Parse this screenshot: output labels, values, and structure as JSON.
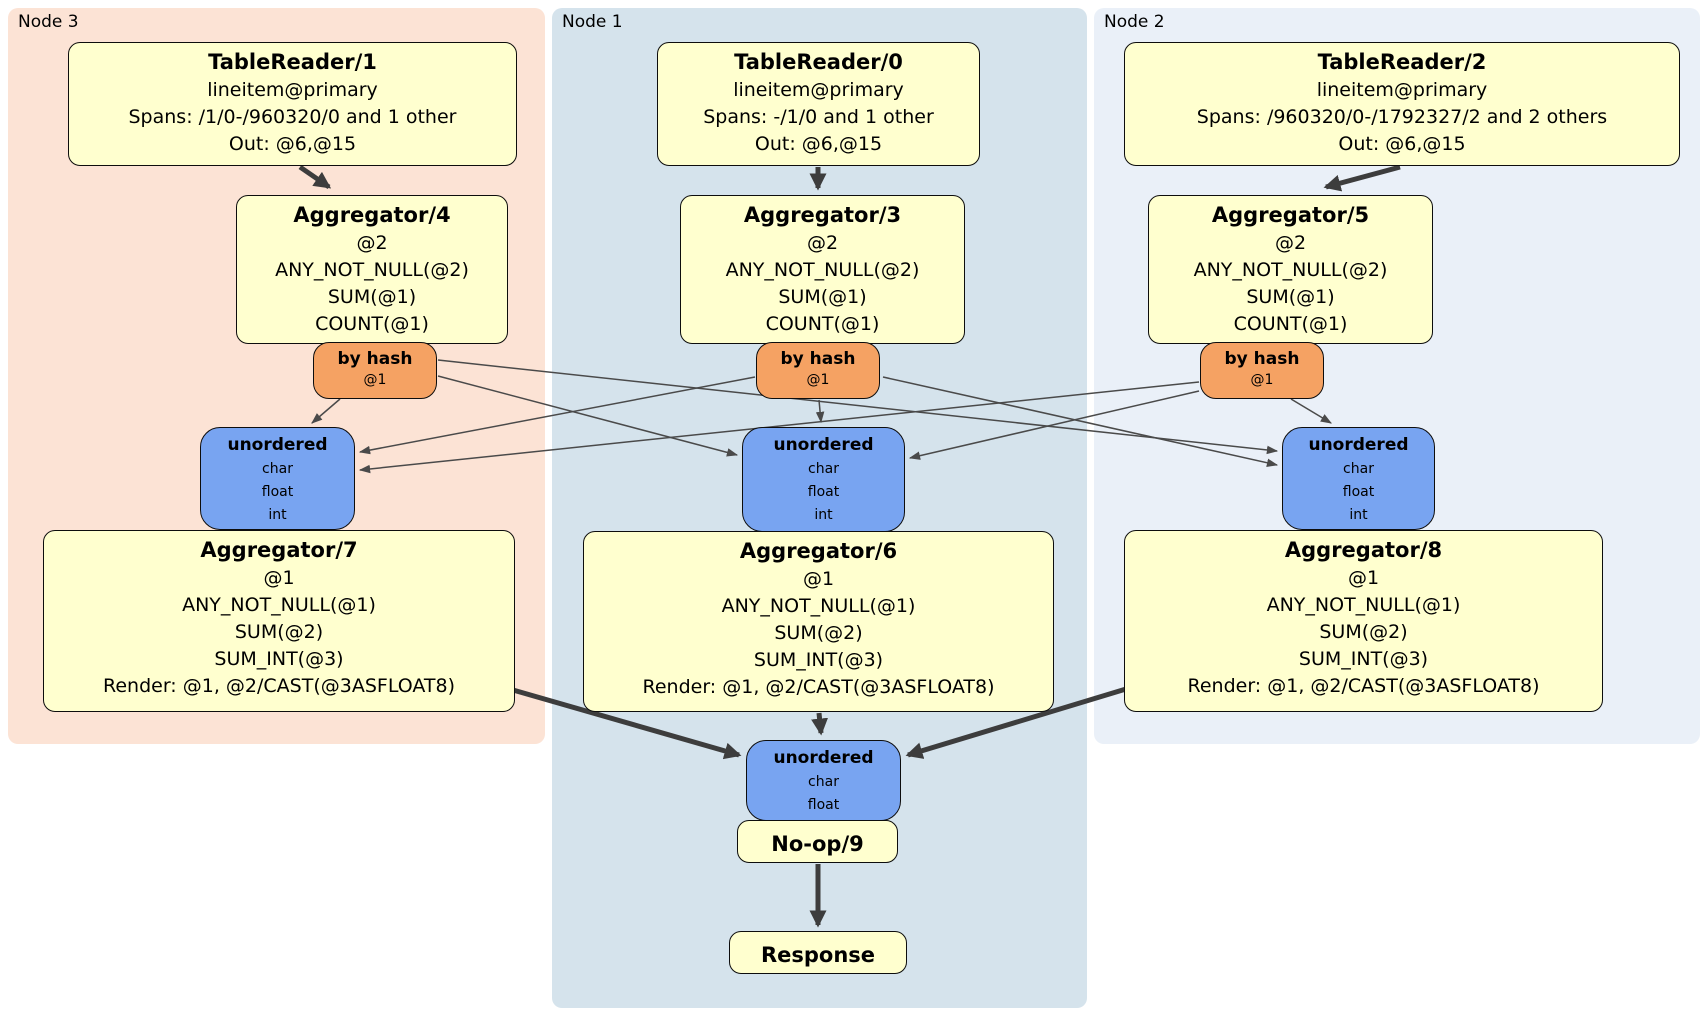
{
  "regions": {
    "node3": {
      "label": "Node 3",
      "bg": "#fce3d5"
    },
    "node1": {
      "label": "Node 1",
      "bg": "#d5e3ec"
    },
    "node2": {
      "label": "Node 2",
      "bg": "#eaf0f8"
    }
  },
  "colors": {
    "processor_bg": "#ffffcf",
    "router_bg": "#f5a263",
    "synchronizer_bg": "#78a4f1",
    "edge_thick": "#3d3d3d",
    "edge_thin": "#4a4a4a",
    "border": "#0d0d0d"
  },
  "boxes": {
    "tr1": {
      "title": "TableReader/1",
      "lines": [
        "lineitem@primary",
        "Spans: /1/0-/960320/0 and 1 other",
        "Out: @6,@15"
      ]
    },
    "tr0": {
      "title": "TableReader/0",
      "lines": [
        "lineitem@primary",
        "Spans: -/1/0 and 1 other",
        "Out: @6,@15"
      ]
    },
    "tr2": {
      "title": "TableReader/2",
      "lines": [
        "lineitem@primary",
        "Spans: /960320/0-/1792327/2 and 2 others",
        "Out: @6,@15"
      ]
    },
    "agg4": {
      "title": "Aggregator/4",
      "lines": [
        "@2",
        "ANY_NOT_NULL(@2)",
        "SUM(@1)",
        "COUNT(@1)"
      ]
    },
    "agg3": {
      "title": "Aggregator/3",
      "lines": [
        "@2",
        "ANY_NOT_NULL(@2)",
        "SUM(@1)",
        "COUNT(@1)"
      ]
    },
    "agg5": {
      "title": "Aggregator/5",
      "lines": [
        "@2",
        "ANY_NOT_NULL(@2)",
        "SUM(@1)",
        "COUNT(@1)"
      ]
    },
    "agg7": {
      "title": "Aggregator/7",
      "lines": [
        "@1",
        "ANY_NOT_NULL(@1)",
        "SUM(@2)",
        "SUM_INT(@3)",
        "Render: @1, @2/CAST(@3ASFLOAT8)"
      ]
    },
    "agg6": {
      "title": "Aggregator/6",
      "lines": [
        "@1",
        "ANY_NOT_NULL(@1)",
        "SUM(@2)",
        "SUM_INT(@3)",
        "Render: @1, @2/CAST(@3ASFLOAT8)"
      ]
    },
    "agg8": {
      "title": "Aggregator/8",
      "lines": [
        "@1",
        "ANY_NOT_NULL(@1)",
        "SUM(@2)",
        "SUM_INT(@3)",
        "Render: @1, @2/CAST(@3ASFLOAT8)"
      ]
    },
    "hash3": {
      "title": "by hash",
      "lines": [
        "@1"
      ]
    },
    "hash1": {
      "title": "by hash",
      "lines": [
        "@1"
      ]
    },
    "hash2": {
      "title": "by hash",
      "lines": [
        "@1"
      ]
    },
    "un3": {
      "title": "unordered",
      "lines": [
        "char",
        "float",
        "int"
      ]
    },
    "un1": {
      "title": "unordered",
      "lines": [
        "char",
        "float",
        "int"
      ]
    },
    "un2": {
      "title": "unordered",
      "lines": [
        "char",
        "float",
        "int"
      ]
    },
    "unb": {
      "title": "unordered",
      "lines": [
        "char",
        "float"
      ]
    },
    "noop": {
      "title": "No-op/9"
    },
    "response": {
      "title": "Response"
    }
  },
  "edges": {
    "main_flow": [
      {
        "from": "TableReader/1",
        "to": "Aggregator/4"
      },
      {
        "from": "TableReader/0",
        "to": "Aggregator/3"
      },
      {
        "from": "TableReader/2",
        "to": "Aggregator/5"
      },
      {
        "from": "Aggregator/7",
        "to": "unordered-final"
      },
      {
        "from": "Aggregator/6",
        "to": "unordered-final"
      },
      {
        "from": "Aggregator/8",
        "to": "unordered-final"
      },
      {
        "from": "No-op/9",
        "to": "Response"
      }
    ],
    "hash_routing": [
      {
        "from": "by hash (Node 3)",
        "to": [
          "unordered (Node 3)",
          "unordered (Node 1)",
          "unordered (Node 2)"
        ]
      },
      {
        "from": "by hash (Node 1)",
        "to": [
          "unordered (Node 3)",
          "unordered (Node 1)",
          "unordered (Node 2)"
        ]
      },
      {
        "from": "by hash (Node 2)",
        "to": [
          "unordered (Node 3)",
          "unordered (Node 1)",
          "unordered (Node 2)"
        ]
      }
    ]
  }
}
